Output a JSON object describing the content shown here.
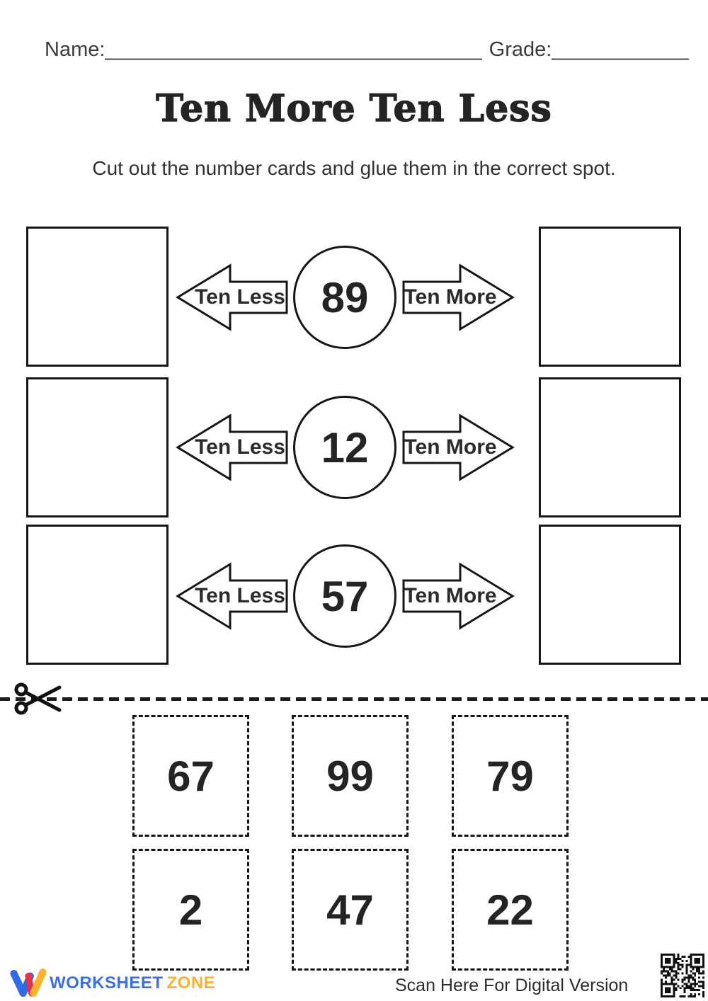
{
  "header": {
    "name_label": "Name:",
    "name_blank": "_________________________________",
    "grade_label": "Grade:",
    "grade_blank": "____________"
  },
  "title": "Ten More Ten Less",
  "instruction": "Cut out the number cards and glue them in the correct spot.",
  "rows": [
    {
      "number": "89",
      "ten_less_label": "Ten Less",
      "ten_more_label": "Ten More"
    },
    {
      "number": "12",
      "ten_less_label": "Ten Less",
      "ten_more_label": "Ten More"
    },
    {
      "number": "57",
      "ten_less_label": "Ten Less",
      "ten_more_label": "Ten More"
    }
  ],
  "cards": [
    {
      "value": "67"
    },
    {
      "value": "99"
    },
    {
      "value": "79"
    },
    {
      "value": "2"
    },
    {
      "value": "47"
    },
    {
      "value": "22"
    }
  ],
  "footer": {
    "brand_name_primary": "WORKSHEET",
    "brand_name_secondary": "ZONE",
    "scan_label": "Scan Here For Digital Version"
  },
  "icons": {
    "scissors_icon": "scissors cut-here marker on dashed line",
    "qr_code": "qr code linking to digital version",
    "logo_w_mark": "worksheet zone tricolor W mark"
  },
  "colors": {
    "ink": "#161616",
    "text": "#2b2b2b",
    "brand_blue": "#3B6FE3",
    "brand_red": "#E53149",
    "brand_yellow": "#FBB12B"
  }
}
